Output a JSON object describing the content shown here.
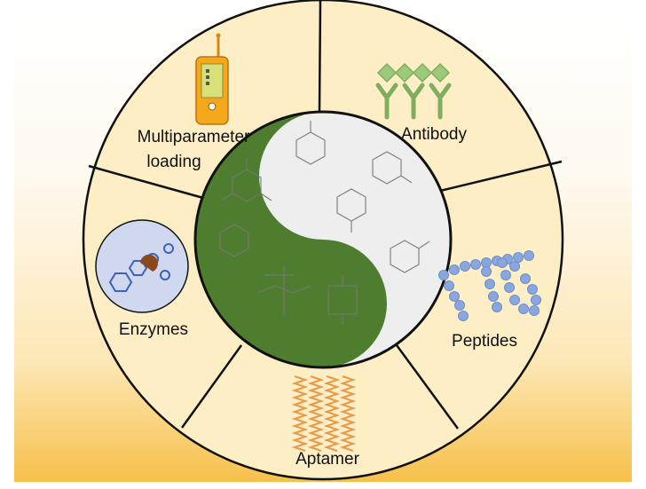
{
  "segments": {
    "multiparameter_line1": "Multiparameter",
    "multiparameter_line2": "loading",
    "antibody": "Antibody",
    "peptides": "Peptides",
    "aptamer": "Aptamer",
    "enzymes": "Enzymes"
  },
  "icons": {
    "multiparameter": "handheld-device-icon",
    "antibody": "antibody-y-shapes-icon",
    "peptides": "peptide-bead-chains-icon",
    "aptamer": "aptamer-strands-icon",
    "enzymes": "enzyme-circle-icon",
    "center": "yin-yang-molecules-icon"
  },
  "colors": {
    "segment_fill": "#fdeec6",
    "background_top": "#ffffff",
    "background_bottom": "#f7c04a",
    "divider": "#111111",
    "yin_green": "#4e7d2f",
    "yang_light": "#eeeeee",
    "device_orange": "#f6a81c",
    "device_screen": "#d9e07a",
    "antibody_green": "#9cc97a",
    "peptide_blue": "#8aa7dd",
    "aptamer_orange": "#e79a47",
    "enzyme_blue": "#cfd8ee",
    "enzyme_brown": "#8a4a1c"
  }
}
